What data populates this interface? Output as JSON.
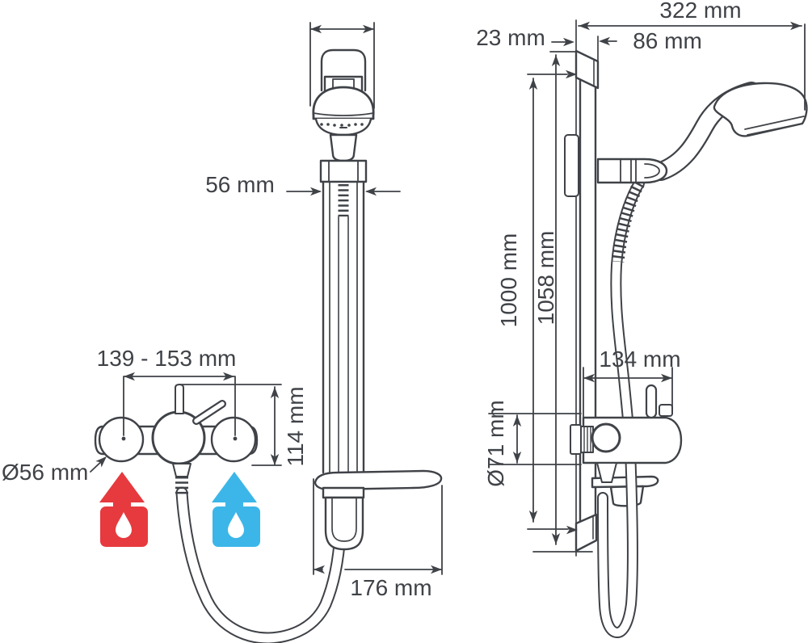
{
  "diagram": {
    "type": "technical-dimension-drawing",
    "subject": "Shower mixer kit with riser rail — front and side elevation with dimensions",
    "ink": "#3f4247",
    "paper": "#ffffff",
    "front_view": {
      "dim_rail_width": "56 mm",
      "dim_inlet_spacing": "139 - 153 mm",
      "dim_valve_height": "114 mm",
      "dim_inlet_diameter": "Ø56 mm",
      "dim_shelf_width": "176 mm"
    },
    "side_view": {
      "dim_overall_depth": "322 mm",
      "dim_wall_clearance": "23 mm",
      "dim_bracket_depth": "86 mm",
      "dim_rail_length": "1000 mm",
      "dim_overall_height": "1058 mm",
      "dim_valve_depth": "134 mm",
      "dim_valve_diameter": "Ø71 mm"
    },
    "legend": {
      "hot_supply_color": "#e63a3e",
      "cold_supply_color": "#3cb6e8",
      "drop_color": "#ffffff"
    }
  }
}
